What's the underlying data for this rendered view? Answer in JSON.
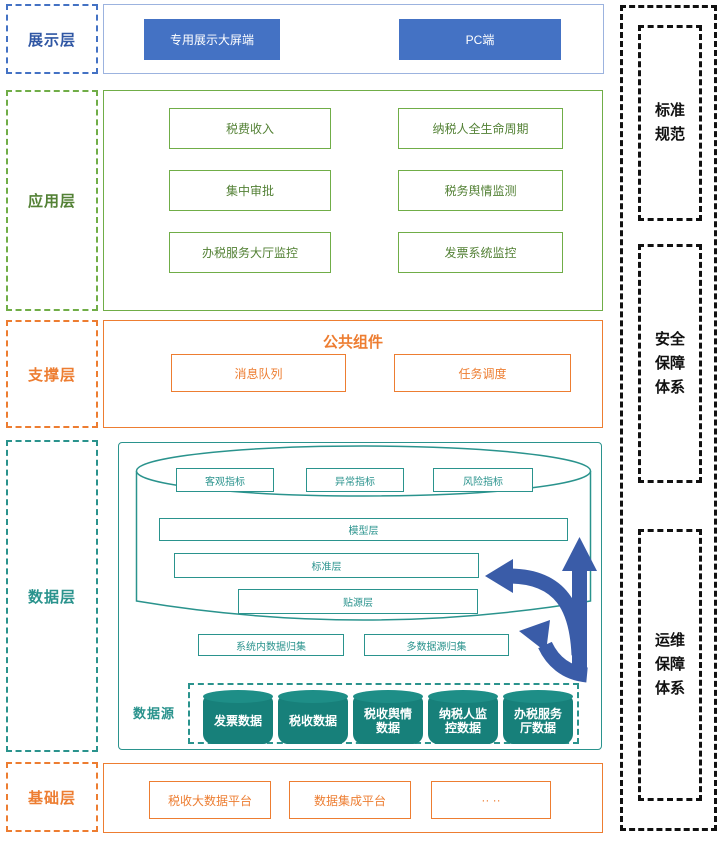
{
  "colors": {
    "blue": "#4472C4",
    "blue-light": "#9CB3DF",
    "blue-text": "#3057A4",
    "green": "#70AD47",
    "green-text": "#538135",
    "orange": "#ED7D31",
    "teal": "#2A938D",
    "teal-dark": "#17807A",
    "teal-top": "#1E8E87",
    "arrow": "#3A5CA8",
    "ink": "#111111"
  },
  "layers": {
    "presentation": {
      "label": "展示层",
      "items": [
        "专用展示大屏端",
        "PC端"
      ]
    },
    "application": {
      "label": "应用层",
      "items": [
        "税费收入",
        "纳税人全生命周期",
        "集中审批",
        "税务舆情监测",
        "办税服务大厅监控",
        "发票系统监控"
      ]
    },
    "support": {
      "label": "支撑层",
      "title": "公共组件",
      "items": [
        "消息队列",
        "任务调度"
      ]
    },
    "data": {
      "label": "数据层",
      "indicators": [
        "客观指标",
        "异常指标",
        "风险指标"
      ],
      "store_layers": [
        "模型层",
        "标准层",
        "贴源层"
      ],
      "collection": [
        "系统内数据归集",
        "多数据源归集"
      ],
      "source_label": "数据源",
      "sources": [
        "发票数据",
        "税收数据",
        "税收舆情数据",
        "纳税人监控数据",
        "办税服务厅数据"
      ]
    },
    "foundation": {
      "label": "基础层",
      "items": [
        "税收大数据平台",
        "数据集成平台",
        "·· ··"
      ]
    }
  },
  "right_panel": {
    "items": [
      "标准规范",
      "安全保障体系",
      "运维保障体系"
    ]
  }
}
